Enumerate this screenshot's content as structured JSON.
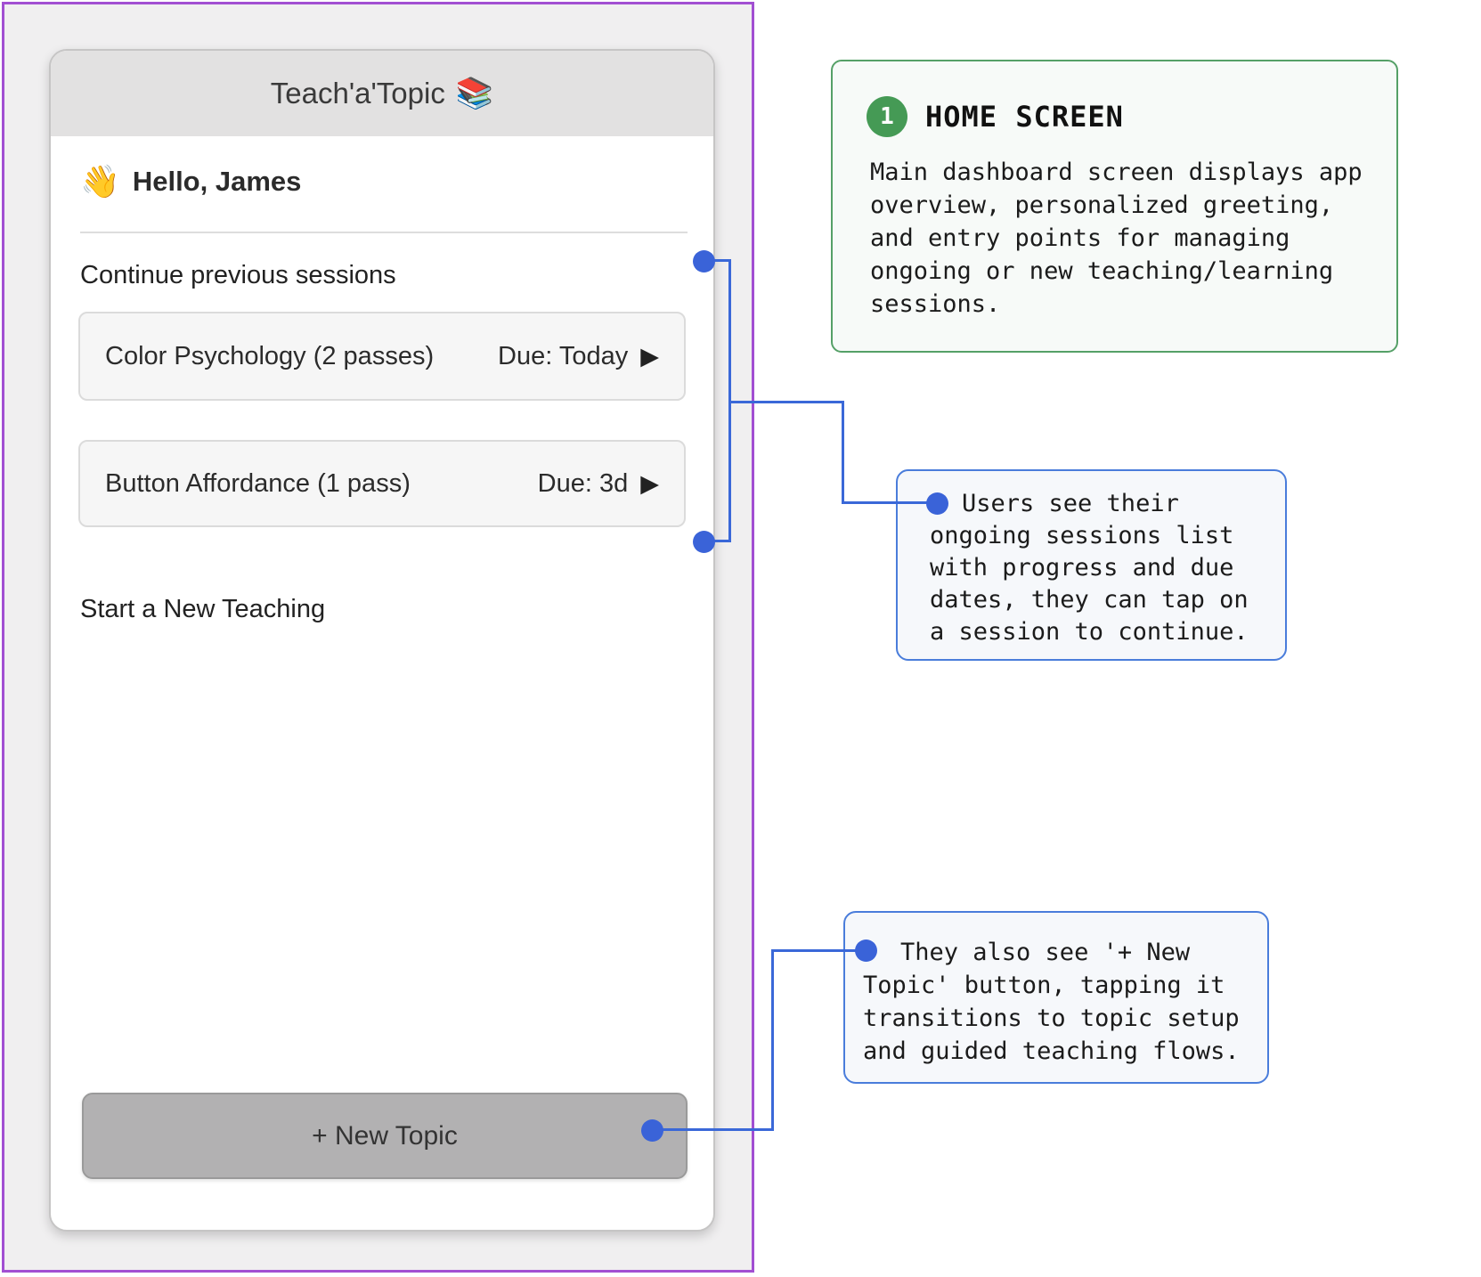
{
  "phone": {
    "header_title": "Teach'a'Topic",
    "header_icon": "📚",
    "greeting_icon": "👋",
    "greeting": "Hello, James",
    "continue_label": "Continue previous sessions",
    "start_label": "Start a New Teaching",
    "sessions": [
      {
        "name": "Color Psychology (2 passes)",
        "due": "Due: Today",
        "play_icon": "▶"
      },
      {
        "name": "Button Affordance (1 pass)",
        "due": "Due: 3d",
        "play_icon": "▶"
      }
    ],
    "new_topic_label": "+ New Topic"
  },
  "annotations": {
    "step": {
      "number": "1",
      "title": "HOME SCREEN",
      "body": "Main dashboard screen displays app\noverview, personalized greeting,\nand entry points for managing\nongoing or new teaching/learning\nsessions."
    },
    "callouts": [
      {
        "text": "Users see their\nongoing sessions list\nwith progress and due\ndates, they can tap on\na session to continue."
      },
      {
        "text": "They also see '+ New\nTopic' button, tapping it\ntransitions to topic setup\nand guided teaching flows."
      }
    ]
  },
  "colors": {
    "accent_blue": "#3a68d8",
    "container_purple": "#a24fd2",
    "step_green": "#459a55",
    "button_gray": "#b2b1b2"
  }
}
